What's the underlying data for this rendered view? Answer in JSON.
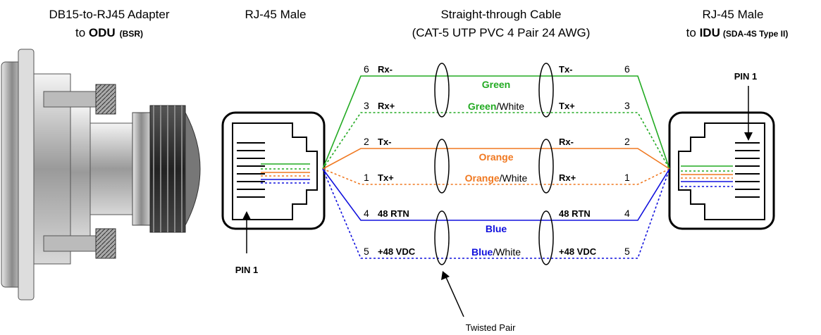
{
  "headers": {
    "adapter_line1": "DB15-to-RJ45 Adapter",
    "adapter_line2_prefix": "to ",
    "adapter_line2_bold": "ODU",
    "adapter_line2_small": "(BSR)",
    "rj45_left": "RJ-45 Male",
    "cable_line1": "Straight-through Cable",
    "cable_line2": "(CAT-5 UTP PVC 4 Pair 24 AWG)",
    "rj45_right_line1": "RJ-45 Male",
    "rj45_right_line2_prefix": "to ",
    "rj45_right_line2_bold": "IDU",
    "rj45_right_line2_small": "(SDA-4S Type II)"
  },
  "labels": {
    "pin1_left": "PIN 1",
    "pin1_right": "PIN 1",
    "twisted_pair": "Twisted Pair",
    "white_suffix": "/White"
  },
  "colors": {
    "green": "#22aa22",
    "orange": "#f07820",
    "blue": "#1010dd"
  },
  "wires": [
    {
      "pin": "6",
      "left_signal": "Rx-",
      "right_signal": "Tx-",
      "color": "green",
      "dashed": false,
      "pair_label": "Green"
    },
    {
      "pin": "3",
      "left_signal": "Rx+",
      "right_signal": "Tx+",
      "color": "green",
      "dashed": true,
      "pair_label": "Green"
    },
    {
      "pin": "2",
      "left_signal": "Tx-",
      "right_signal": "Rx-",
      "color": "orange",
      "dashed": false,
      "pair_label": "Orange"
    },
    {
      "pin": "1",
      "left_signal": "Tx+",
      "right_signal": "Rx+",
      "color": "orange",
      "dashed": true,
      "pair_label": "Orange"
    },
    {
      "pin": "4",
      "left_signal": "48 RTN",
      "right_signal": "48 RTN",
      "color": "blue",
      "dashed": false,
      "pair_label": "Blue"
    },
    {
      "pin": "5",
      "left_signal": "+48 VDC",
      "right_signal": "+48 VDC",
      "color": "blue",
      "dashed": true,
      "pair_label": "Blue"
    }
  ]
}
